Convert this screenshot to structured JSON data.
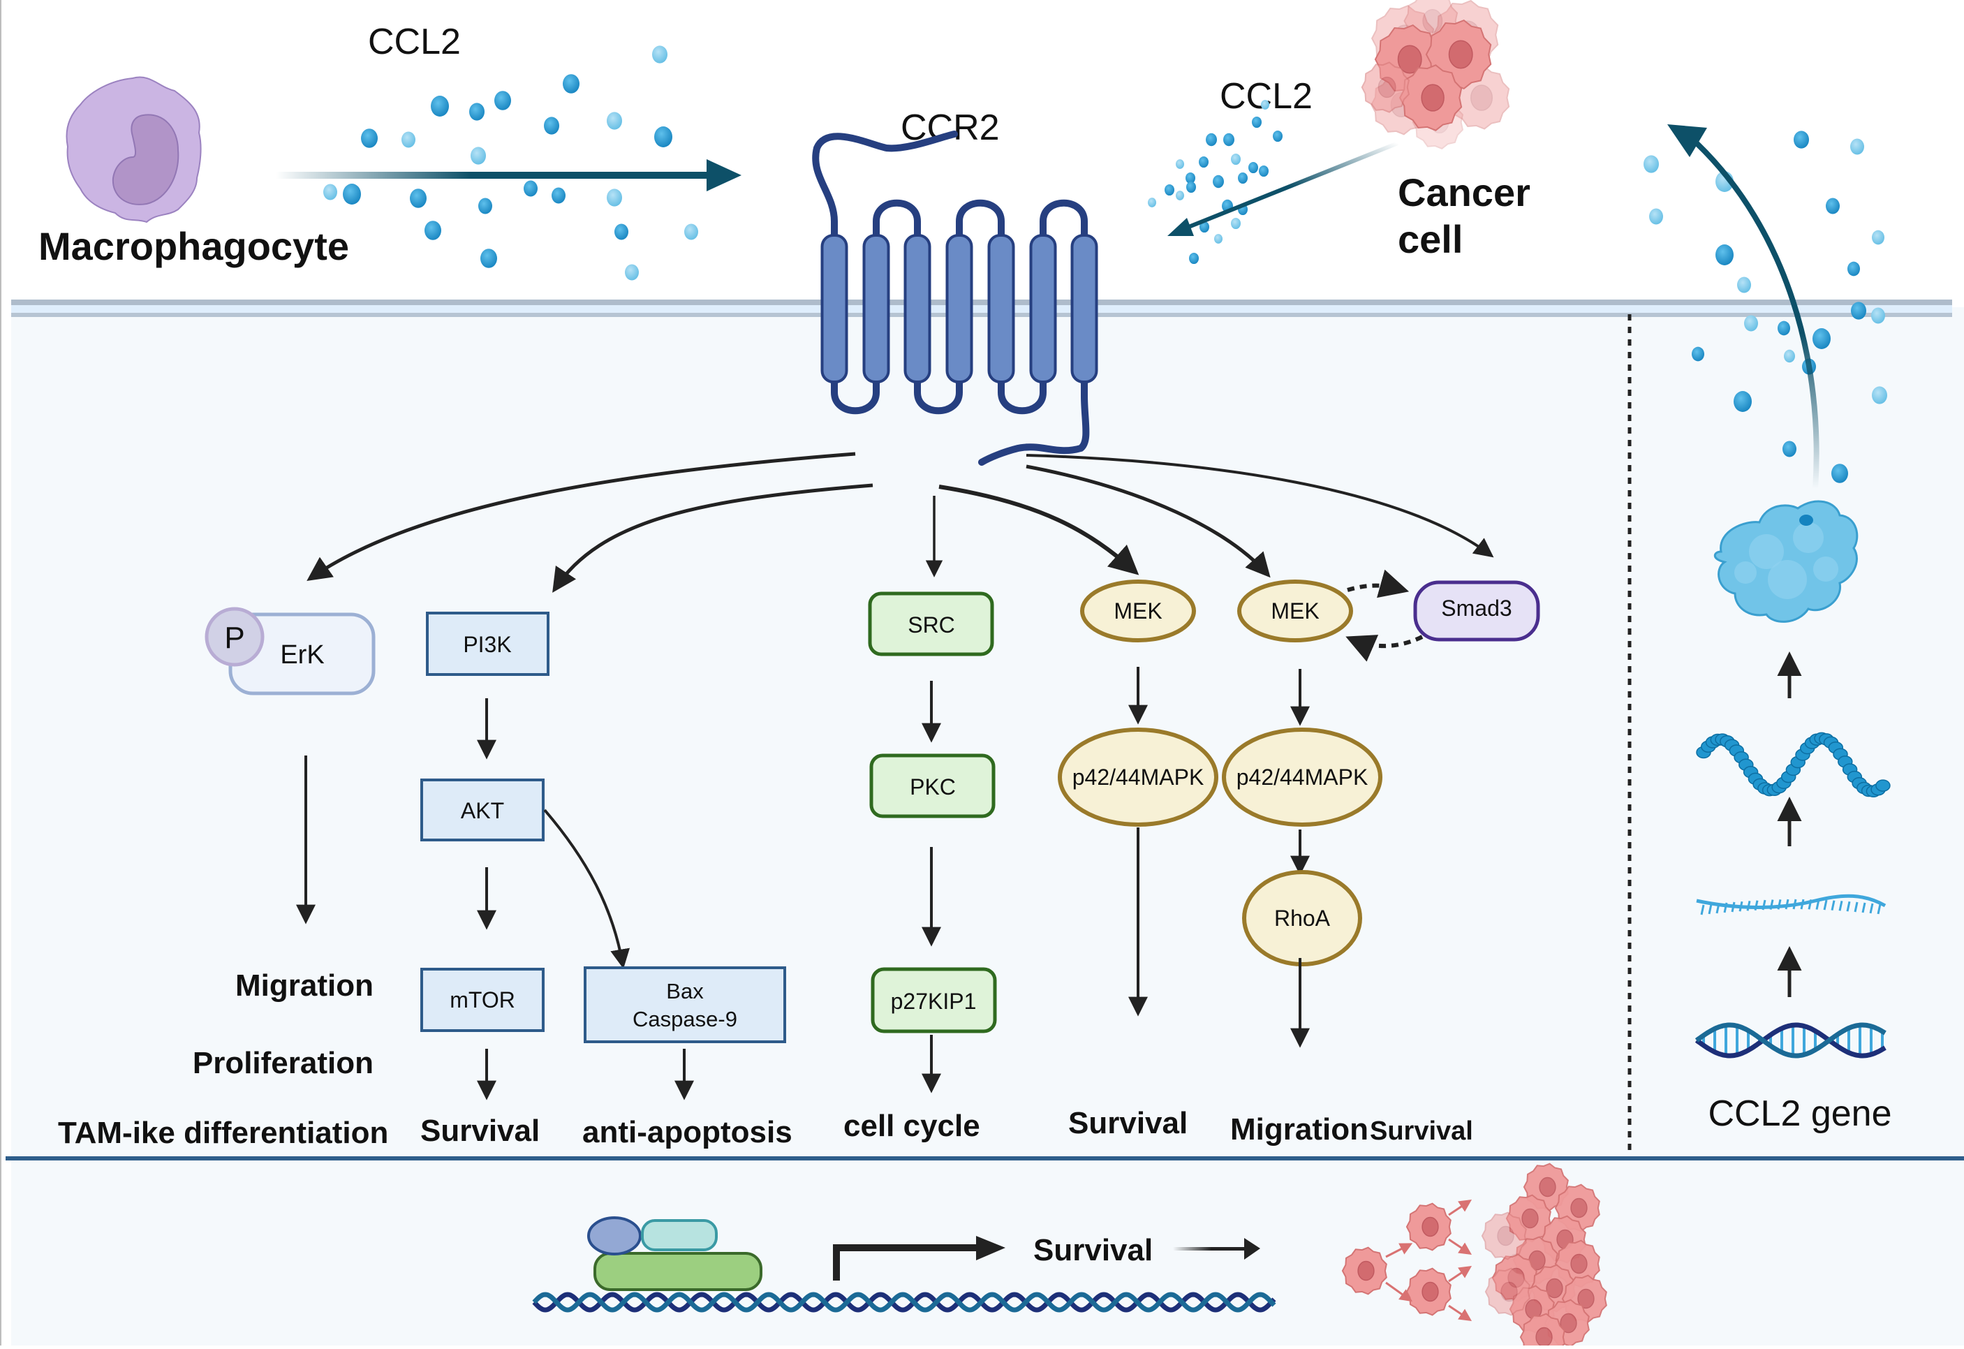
{
  "extracellular": {
    "macrophage_label": "Macrophagocyte",
    "ccl2_left_label": "CCL2",
    "ccr2_label": "CCR2",
    "ccl2_right_label": "CCL2",
    "cancer_cell_label_line1": "Cancer",
    "cancer_cell_label_line2": "cell"
  },
  "pathways": {
    "erk": {
      "phospho_label": "P",
      "label": "ErK"
    },
    "pi3k": {
      "label": "PI3K"
    },
    "akt": {
      "label": "AKT"
    },
    "mtor": {
      "label": "mTOR"
    },
    "bax": {
      "line1": "Bax",
      "line2": "Caspase-9"
    },
    "src": {
      "label": "SRC"
    },
    "pkc": {
      "label": "PKC"
    },
    "p27": {
      "label": "p27KIP1"
    },
    "mek1": {
      "label": "MEK"
    },
    "mek2": {
      "label": "MEK"
    },
    "smad3": {
      "label": "Smad3"
    },
    "mapk1": {
      "label": "p42/44MAPK"
    },
    "mapk2": {
      "label": "p42/44MAPK"
    },
    "rhoa": {
      "label": "RhoA"
    }
  },
  "outcomes": {
    "erk_migration": "Migration",
    "erk_proliferation": "Proliferation",
    "erk_tam": "TAM-ike differentiation",
    "mtor_survival": "Survival",
    "bax_anti_apoptosis": "anti-apoptosis",
    "p27_cell_cycle": "cell cycle",
    "mapk_survival": "Survival",
    "rhoa_migration": "Migration",
    "rhoa_survival": "Survival"
  },
  "gene_panel": {
    "label": "CCL2 gene"
  },
  "bottom": {
    "survival_label": "Survival"
  },
  "colors": {
    "receptor_fill": "#6a8bc6",
    "receptor_stroke": "#263f80",
    "ccl2_dot": "#1a8fc9",
    "arrow_teal": "#0d5068",
    "pi3k_fill": "#deebf8",
    "pi3k_stroke": "#2e5b8a",
    "src_fill": "#dff3d9",
    "src_stroke": "#2f6a1f",
    "mek_fill": "#f7f1d6",
    "mek_stroke": "#9a7a2a",
    "smad_fill": "#e6e2f6",
    "smad_stroke": "#4a2e8e",
    "erk_fill": "#eef3fb",
    "erk_stroke": "#9cb0d4",
    "cancer_pink": "#ec8f8f",
    "divider_blue": "#2f5e8b"
  }
}
